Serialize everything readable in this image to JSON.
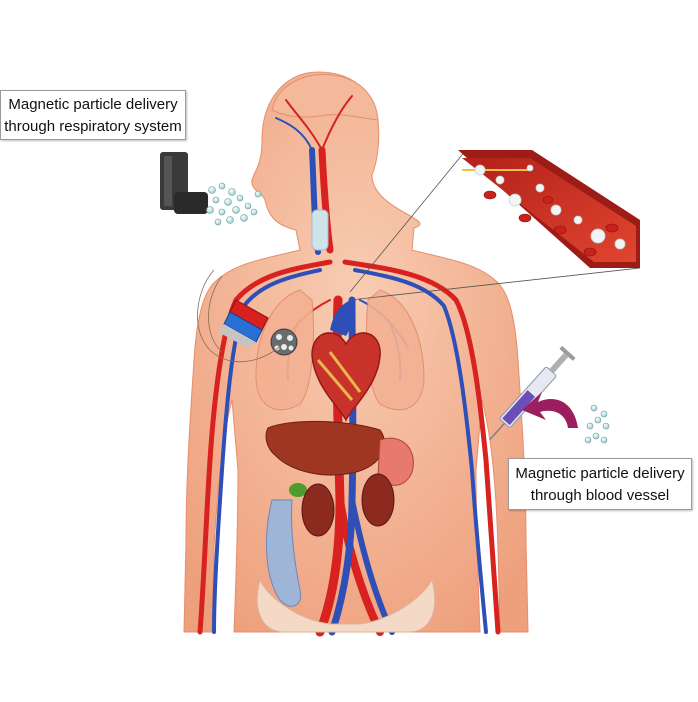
{
  "callouts": {
    "respiratory": {
      "line1": "Magnetic particle delivery",
      "line2": "through respiratory system"
    },
    "blood": {
      "line1": "Magnetic particle delivery",
      "line2": "through blood vessel"
    }
  },
  "colors": {
    "skin": "#f0a985",
    "skin_light": "#f6c6aa",
    "artery": "#d8221f",
    "vein": "#2f4fb8",
    "particle": "#cfe6e6",
    "magnet_red": "#d82020",
    "magnet_blue": "#2a6fd6",
    "arrow": "#9b1f5e",
    "inhaler": "#333333"
  },
  "icons": [
    "inhaler-icon",
    "syringe-icon",
    "magnet-icon",
    "curved-arrow-icon"
  ]
}
